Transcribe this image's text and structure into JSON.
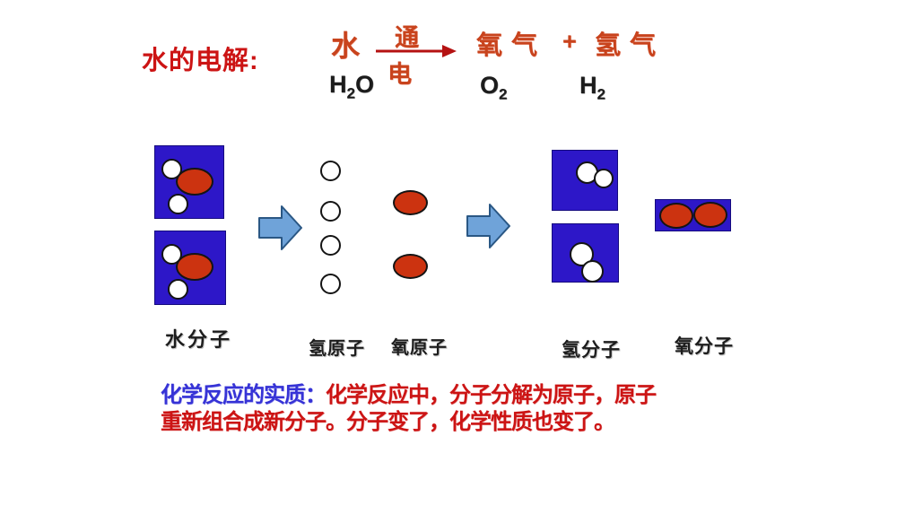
{
  "colors": {
    "title-red": "#cc1414",
    "equation-red": "#c8431d",
    "arrow-red": "#b51212",
    "formula-black": "#1c1c1c",
    "box-blue": "#2d17c8",
    "atom-red": "#cc3310",
    "block-arrow-fill": "#6fa3d9",
    "block-arrow-stroke": "#2a5784",
    "label-dark": "#1d1d1d",
    "summary-blue": "#3633d6",
    "summary-red": "#cc1414"
  },
  "title": "水的电解:",
  "equation": {
    "reactant": "水",
    "condition_top": "通",
    "condition_bottom": "电",
    "product1": "氧气",
    "plus": "+",
    "product2": "氢气"
  },
  "formulas": {
    "h2o": [
      "H",
      "2",
      "O"
    ],
    "o2": [
      "O",
      "2"
    ],
    "h2": [
      "H",
      "2"
    ]
  },
  "diagram": {
    "labels": {
      "water_molecule": "水分子",
      "hydrogen_atom": "氢原子",
      "oxygen_atom": "氧原子",
      "hydrogen_molecule": "氢分子",
      "oxygen_molecule": "氧分子"
    }
  },
  "summary": {
    "lead": "化学反应的实质：",
    "line1": "化学反应中，分子分解为原子，原子",
    "line2": "重新组合成新分子。分子变了，化学性质也变了。"
  }
}
